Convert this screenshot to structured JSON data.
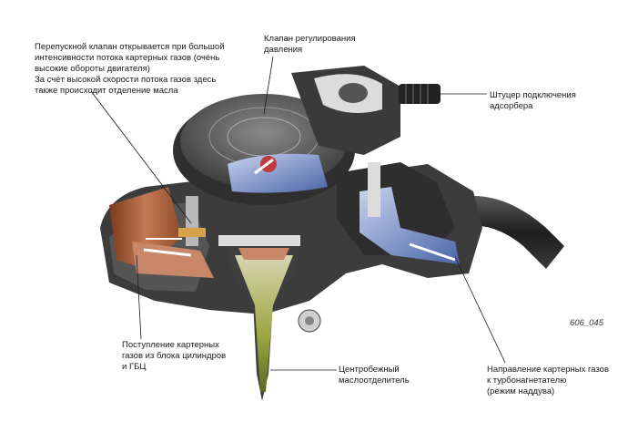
{
  "labels": {
    "bypass": {
      "lines": [
        "Перепускной клапан открывается при большой",
        "интенсивности потока картерных газов (очень",
        "высокие обороты двигателя)",
        "За счёт высокой скорости потока газов здесь",
        "также происходит отделение масла"
      ]
    },
    "valve": {
      "lines": [
        "Клапан регулирования",
        "давления"
      ]
    },
    "fitting": {
      "lines": [
        "Штуцер подключения",
        "адсорбера"
      ]
    },
    "inlet": {
      "lines": [
        "Поступление картерных",
        "газов из блока цилиндров",
        "и ГБЦ"
      ]
    },
    "separator": {
      "lines": [
        "Центробежный",
        "маслоотделитель"
      ]
    },
    "direction": {
      "lines": [
        "Направление картерных газов",
        "к турбонагнетателю",
        "(режим наддува)"
      ]
    }
  },
  "figure_id": "606_045",
  "colors": {
    "housing_dark": "#3a3a3a",
    "housing_mid": "#6b6b6b",
    "cover_light": "#d9d9d9",
    "gas_blue": "#5a74b8",
    "gas_copper": "#b5623a",
    "oil_green": "#9aa640",
    "arrow_white": "#ffffff"
  }
}
